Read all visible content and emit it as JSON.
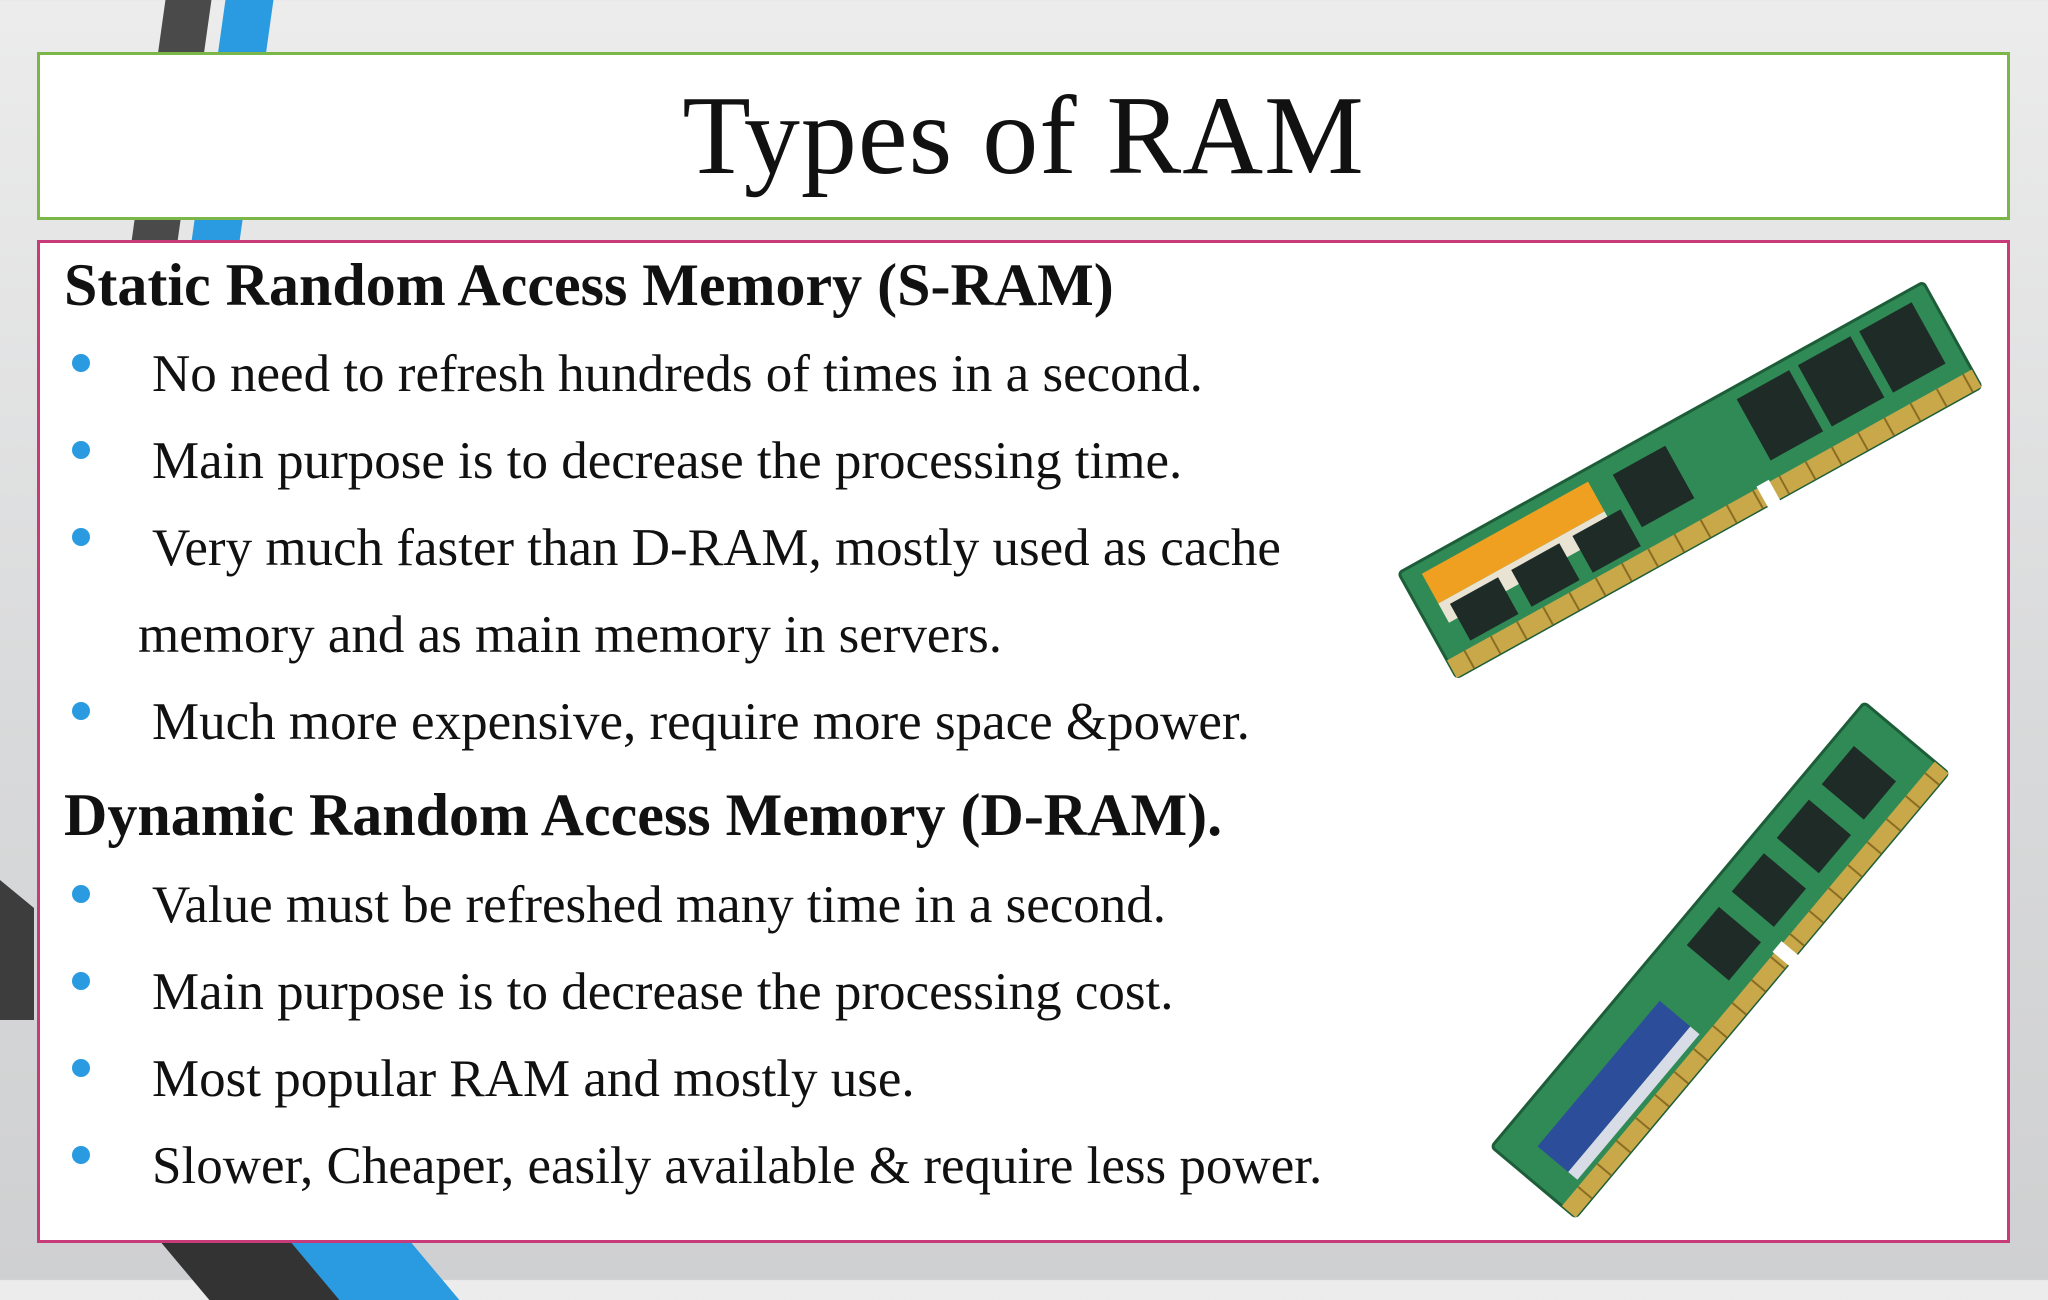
{
  "slide": {
    "title": "Types of RAM",
    "sram": {
      "heading": "Static  Random Access Memory (S-RAM)",
      "bullets": [
        "No need to refresh hundreds of times in a second.",
        "Main purpose is to decrease the processing time.",
        "Very much faster than D-RAM, mostly used as cache",
        "Much more expensive, require more space &power."
      ],
      "bullet3_continuation": "memory and as main memory in servers."
    },
    "dram": {
      "heading": "Dynamic Random Access Memory (D-RAM).",
      "bullets": [
        "Value must be refreshed many time in a second.",
        "Main purpose is to decrease the processing cost.",
        "Most popular RAM and mostly use.",
        "Slower, Cheaper, easily available & require less power."
      ]
    }
  },
  "colors": {
    "title_border": "#7ab648",
    "content_border": "#c73b7b",
    "bullet": "#2a9be0",
    "pcb_green": "#2f8a56",
    "chip": "#1f2b27",
    "gold_contacts": "#c9a84a",
    "label_orange": "#f0a020",
    "label_blue": "#2c4e9a"
  },
  "icons": {
    "top_image": "sram-module-image",
    "bottom_image": "dram-module-image"
  }
}
